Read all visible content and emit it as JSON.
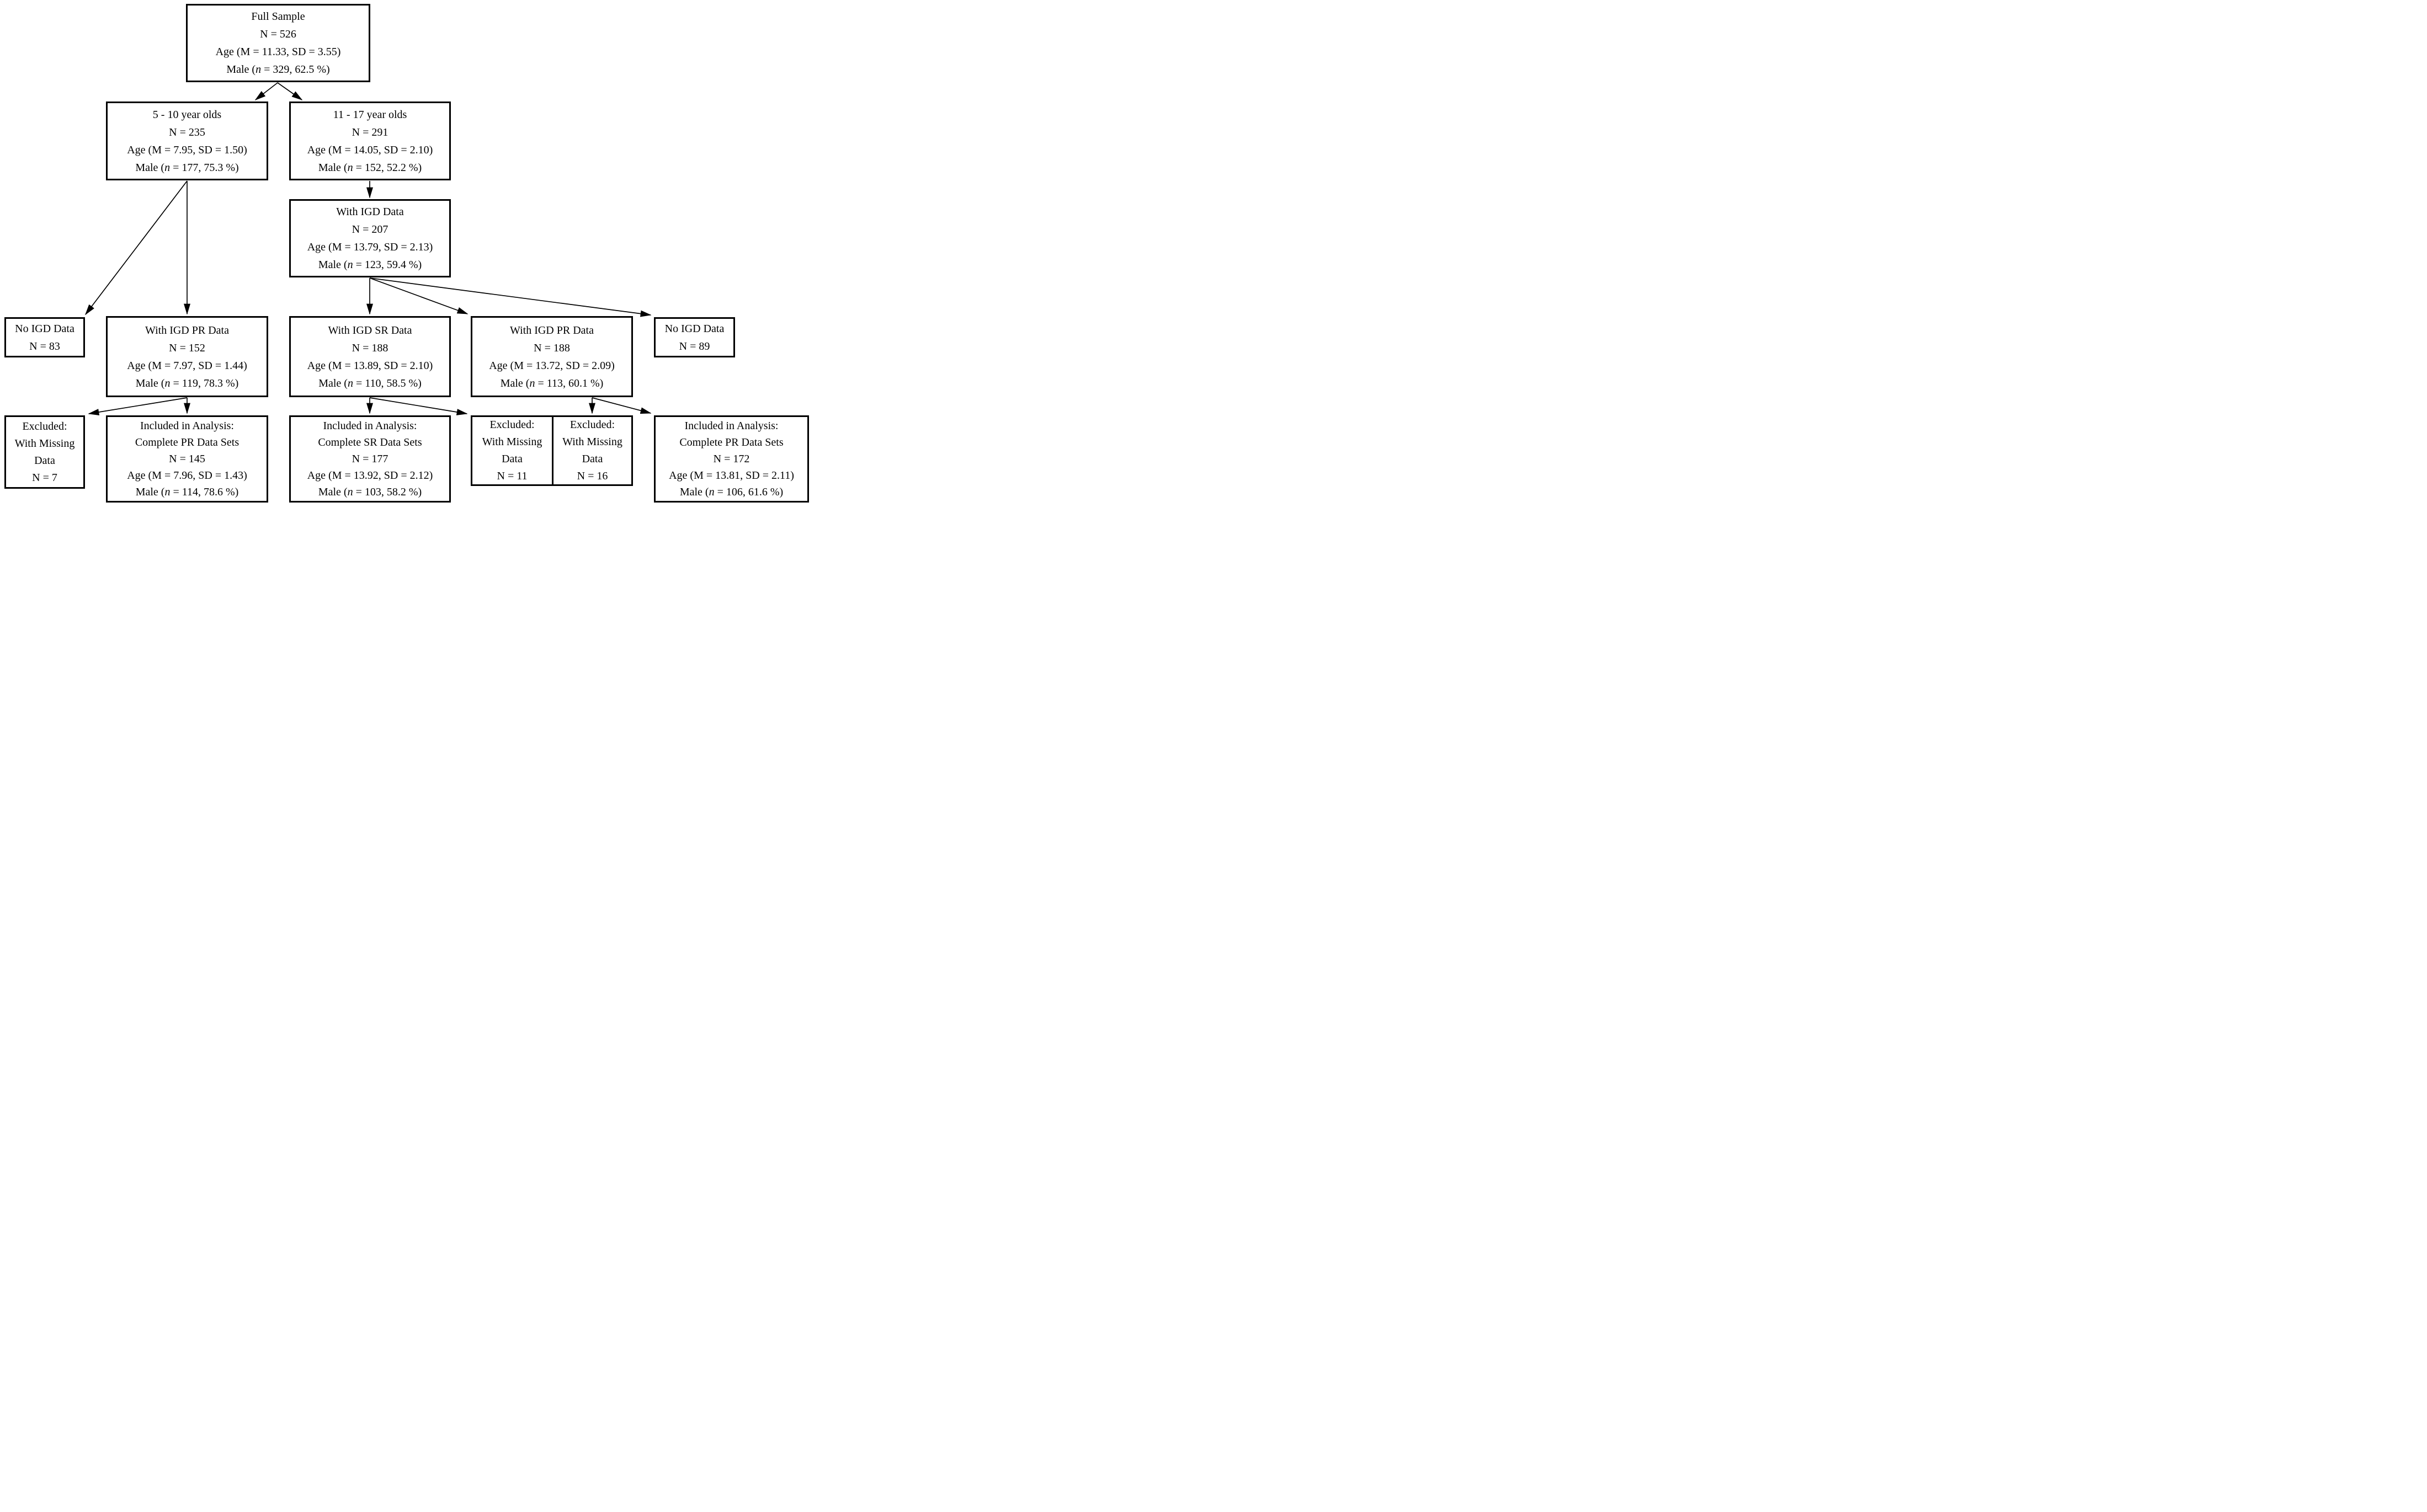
{
  "figure": {
    "background": "#ffffff",
    "stroke_color": "#000000",
    "description": "Participant flow diagram with sample sizes, ages and sex distribution"
  },
  "glyphs": {
    "n_italic": "n"
  },
  "boxes": {
    "full_sample": {
      "title": "Full Sample",
      "n": "N = 526",
      "age": "Age (M = 11.33, SD = 3.55)",
      "male_prefix": "Male (",
      "male_rest": " = 329, 62.5 %)"
    },
    "age_5_10": {
      "title": "5 - 10 year olds",
      "n": "N = 235",
      "age": "Age (M = 7.95, SD = 1.50)",
      "male_prefix": "Male (",
      "male_rest": " = 177, 75.3 %)"
    },
    "age_11_17": {
      "title": "11 - 17 year olds",
      "n": "N = 291",
      "age": "Age (M = 14.05, SD = 2.10)",
      "male_prefix": "Male (",
      "male_rest": " = 152, 52.2 %)"
    },
    "with_igd": {
      "title": "With IGD Data",
      "n": "N = 207",
      "age": "Age (M = 13.79, SD = 2.13)",
      "male_prefix": "Male (",
      "male_rest": " = 123, 59.4 %)"
    },
    "no_igd_left": {
      "title": "No IGD Data",
      "n": "N = 83"
    },
    "igd_pr_left": {
      "title": "With IGD PR Data",
      "n": "N = 152",
      "age": "Age (M = 7.97, SD = 1.44)",
      "male_prefix": "Male (",
      "male_rest": " = 119, 78.3 %)"
    },
    "igd_sr": {
      "title": "With IGD SR Data",
      "n": "N = 188",
      "age": "Age (M = 13.89, SD = 2.10)",
      "male_prefix": "Male (",
      "male_rest": " = 110, 58.5 %)"
    },
    "igd_pr_right": {
      "title": "With IGD PR Data",
      "n": "N = 188",
      "age": "Age (M = 13.72, SD = 2.09)",
      "male_prefix": "Male (",
      "male_rest": " = 113, 60.1 %)"
    },
    "no_igd_right": {
      "title": "No IGD Data",
      "n": "N = 89"
    },
    "excluded_left": {
      "line1": "Excluded:",
      "line2": "With Missing",
      "line3": "Data",
      "n": "N = 7"
    },
    "included_pr_left": {
      "line1": "Included in Analysis:",
      "line2": "Complete PR Data Sets",
      "n": "N = 145",
      "age": "Age (M = 7.96, SD = 1.43)",
      "male_prefix": "Male (",
      "male_rest": " = 114, 78.6 %)"
    },
    "included_sr": {
      "line1": "Included in Analysis:",
      "line2": "Complete SR Data Sets",
      "n": "N = 177",
      "age": "Age (M = 13.92, SD = 2.12)",
      "male_prefix": "Male (",
      "male_rest": " = 103, 58.2 %)"
    },
    "excluded_mid_1": {
      "line1": "Excluded:",
      "line2": "With Missing",
      "line3": "Data",
      "n": "N = 11"
    },
    "excluded_mid_2": {
      "line1": "Excluded:",
      "line2": "With Missing",
      "line3": "Data",
      "n": "N = 16"
    },
    "included_pr_right": {
      "line1": "Included in Analysis:",
      "line2": "Complete PR Data Sets",
      "n": "N = 172",
      "age": "Age (M = 13.81, SD = 2.11)",
      "male_prefix": "Male (",
      "male_rest": " = 106, 61.6 %)"
    }
  },
  "flow": [
    {
      "from": "full_sample",
      "to": "age_5_10"
    },
    {
      "from": "full_sample",
      "to": "age_11_17"
    },
    {
      "from": "age_11_17",
      "to": "with_igd"
    },
    {
      "from": "age_5_10",
      "to": "no_igd_left"
    },
    {
      "from": "age_5_10",
      "to": "igd_pr_left"
    },
    {
      "from": "with_igd",
      "to": "igd_sr"
    },
    {
      "from": "with_igd",
      "to": "igd_pr_right"
    },
    {
      "from": "with_igd",
      "to": "no_igd_right"
    },
    {
      "from": "igd_pr_left",
      "to": "excluded_left"
    },
    {
      "from": "igd_pr_left",
      "to": "included_pr_left"
    },
    {
      "from": "igd_sr",
      "to": "included_sr"
    },
    {
      "from": "igd_sr",
      "to": "excluded_mid_1"
    },
    {
      "from": "igd_pr_right",
      "to": "excluded_mid_2"
    },
    {
      "from": "igd_pr_right",
      "to": "included_pr_right"
    }
  ]
}
